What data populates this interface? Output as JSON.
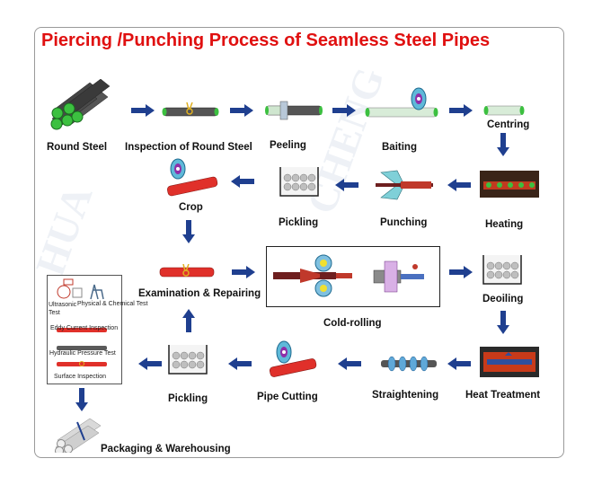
{
  "title": "Piercing /Punching Process of Seamless Steel Pipes",
  "steps": {
    "round_steel": "Round Steel",
    "inspection_round_steel": "Inspection of Round Steel",
    "peeling": "Peeling",
    "baiting": "Baiting",
    "centring": "Centring",
    "crop": "Crop",
    "pickling_1": "Pickling",
    "punching": "Punching",
    "heating": "Heating",
    "examination_repairing": "Examination & Repairing",
    "cold_rolling": "Cold-rolling",
    "deoiling": "Deoiling",
    "pickling_2": "Pickling",
    "pipe_cutting": "Pipe Cutting",
    "straightening": "Straightening",
    "heat_treatment": "Heat Treatment",
    "packaging": "Packaging & Warehousing"
  },
  "inspection_box": {
    "ultrasonic": "Ultrasonic\nTest",
    "physical_chemical": "Physical & Chemical Test",
    "eddy_current": "Eddy Current Inspection",
    "hydraulic": "Hydraulic Pressure Test",
    "surface": "Surface Inspection"
  },
  "watermark": "HUA CHENG",
  "colors": {
    "title": "#e01010",
    "arrow": "#1f3f8f",
    "pipe_red": "#e0302a",
    "steel_gray": "#5a5a5a",
    "green_end": "#3cc040"
  }
}
